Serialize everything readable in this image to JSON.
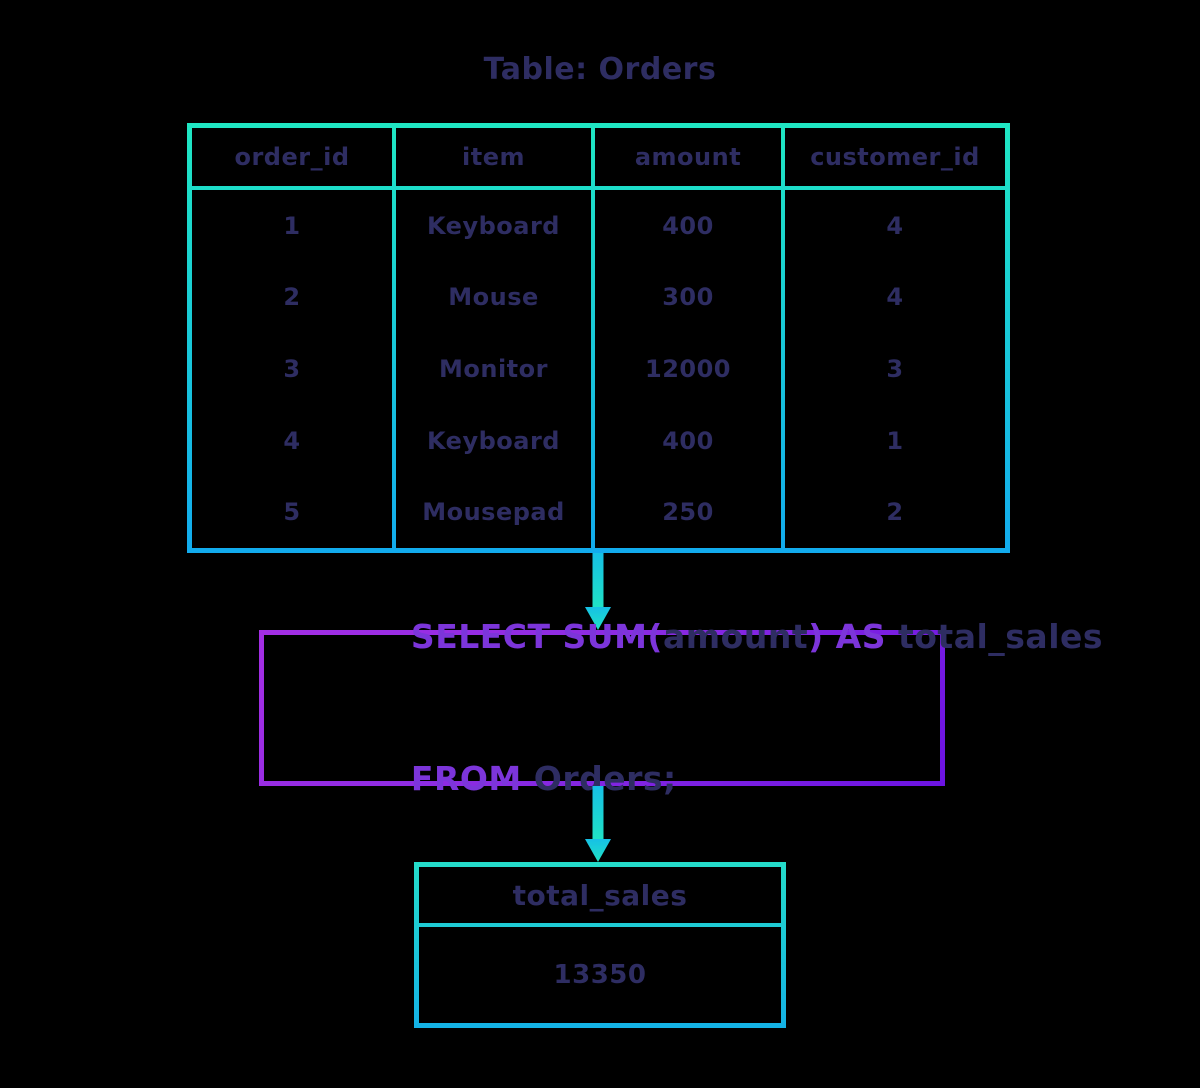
{
  "title": "Table: Orders",
  "orders_table": {
    "columns": [
      "order_id",
      "item",
      "amount",
      "customer_id"
    ],
    "rows": [
      [
        "1",
        "Keyboard",
        "400",
        "4"
      ],
      [
        "2",
        "Mouse",
        "300",
        "4"
      ],
      [
        "3",
        "Monitor",
        "12000",
        "3"
      ],
      [
        "4",
        "Keyboard",
        "400",
        "1"
      ],
      [
        "5",
        "Mousepad",
        "250",
        "2"
      ]
    ]
  },
  "sql_query": {
    "line1": {
      "kw1": "SELECT SUM(",
      "id1": "amount",
      "kw2": ") AS ",
      "id2": "total_sales"
    },
    "line2": {
      "kw1": "FROM ",
      "id1": "Orders;"
    }
  },
  "result_table": {
    "header": "total_sales",
    "value": "13350"
  },
  "colors": {
    "background": "#000000",
    "text_navy": "#2e2d62",
    "sql_keyword_purple": "#7c35da",
    "table_border_gradient_top": "#1fe7c3",
    "table_border_gradient_bottom": "#12abee",
    "sql_border_gradient_start": "#a42ee4",
    "sql_border_gradient_end": "#6c13e2",
    "arrow_gradient_top": "#16c0e6",
    "arrow_gradient_bottom": "#20e3c4"
  }
}
